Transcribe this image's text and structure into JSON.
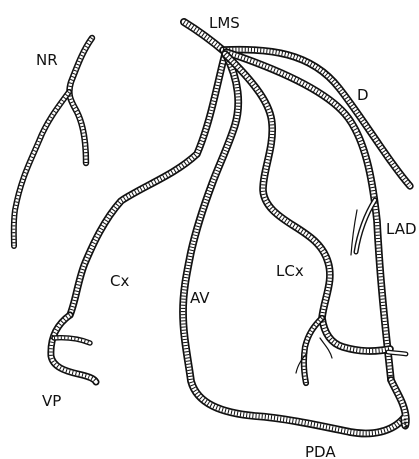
{
  "diagram": {
    "line_color": "#111111",
    "background_color": "#ffffff",
    "labels": {
      "lms": "LMS",
      "nr": "NR",
      "d": "D",
      "lad": "LAD",
      "cx": "Cx",
      "av": "AV",
      "lcx": "LCx",
      "vp": "VP",
      "pda": "PDA"
    }
  }
}
